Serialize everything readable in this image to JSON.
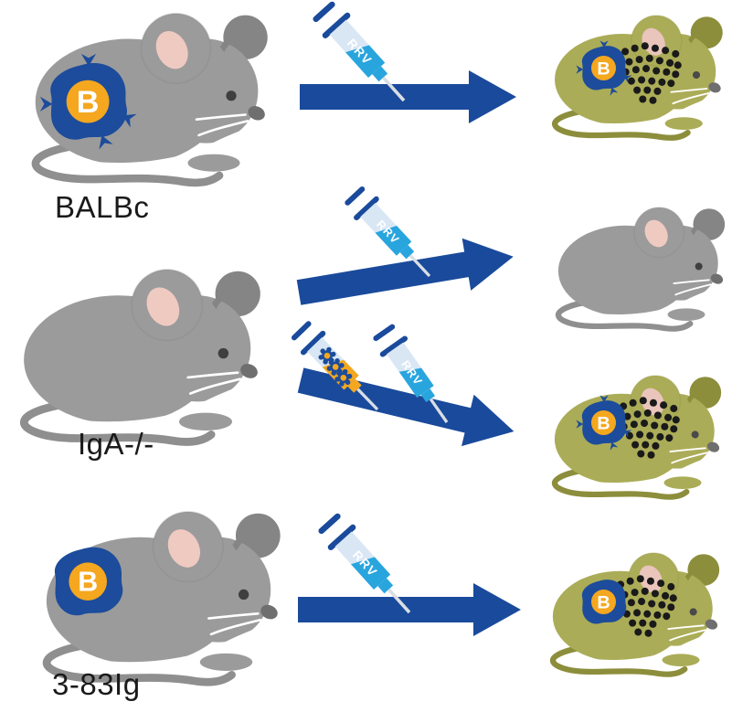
{
  "figure": {
    "type": "experiment-flow-diagram",
    "syringe_label": "RRV",
    "b_cell_letter": "B",
    "strains": [
      {
        "label": "BALBc",
        "donor_has_b_cell": true,
        "paths": [
          {
            "injections": [
              "RRV"
            ],
            "result": "infected-olive-mouse-with-b-cell-and-dots"
          }
        ]
      },
      {
        "label": "IgA-/-",
        "donor_has_b_cell": false,
        "paths": [
          {
            "injections": [
              "RRV"
            ],
            "result": "healthy-gray-mouse"
          },
          {
            "injections": [
              "B-cells",
              "RRV"
            ],
            "result": "infected-olive-mouse-with-b-cell-and-dots"
          }
        ]
      },
      {
        "label": "3-83Ig",
        "donor_has_b_cell": true,
        "paths": [
          {
            "injections": [
              "RRV"
            ],
            "result": "infected-olive-mouse-with-b-cell-and-dots"
          }
        ]
      }
    ],
    "colors": {
      "arrow_blue": "#1A4A9B",
      "syringe_cyan": "#29A5DE",
      "syringe_barrel_light": "#D9E7F5",
      "cells_orange": "#F4A71F",
      "b_cell_blue": "#1C4C9B",
      "mouse_gray": "#9B9B9B",
      "mouse_olive": "#ABAC57",
      "ear_pink": "#EFCAC1",
      "infection_dots": "#1A1A1A"
    }
  }
}
